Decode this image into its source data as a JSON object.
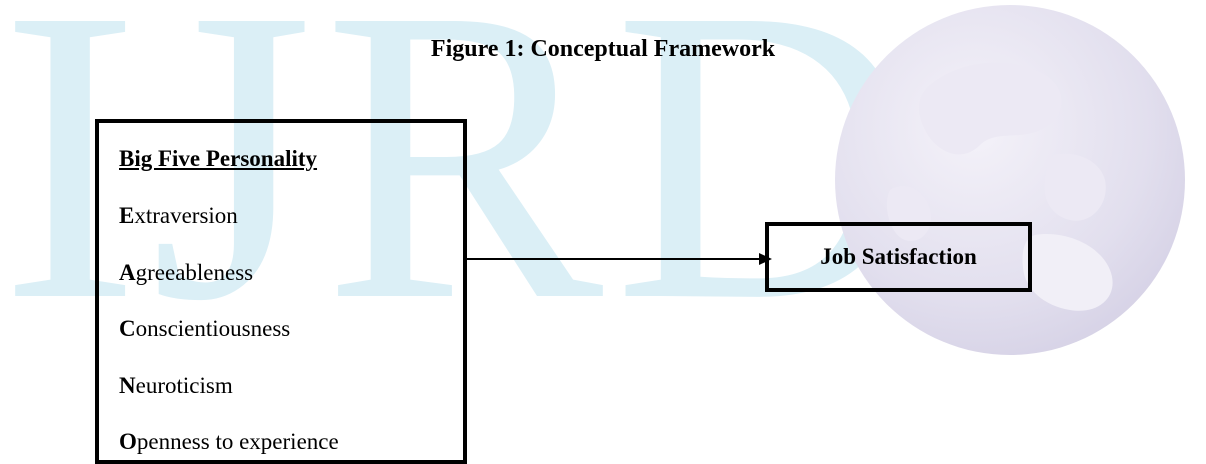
{
  "watermark": {
    "logo_text": "IJRD",
    "color": "#dbeff6",
    "globe_color": "#e6e3f0"
  },
  "figure": {
    "title": "Figure 1: Conceptual Framework"
  },
  "left_box": {
    "heading": "Big Five Personality",
    "traits": [
      {
        "initial": "E",
        "rest": "xtraversion"
      },
      {
        "initial": "A",
        "rest": "greeableness"
      },
      {
        "initial": "C",
        "rest": "onscientiousness"
      },
      {
        "initial": "N",
        "rest": "euroticism"
      },
      {
        "initial": "O",
        "rest": "penness to experience"
      }
    ]
  },
  "right_box": {
    "label": "Job Satisfaction"
  }
}
